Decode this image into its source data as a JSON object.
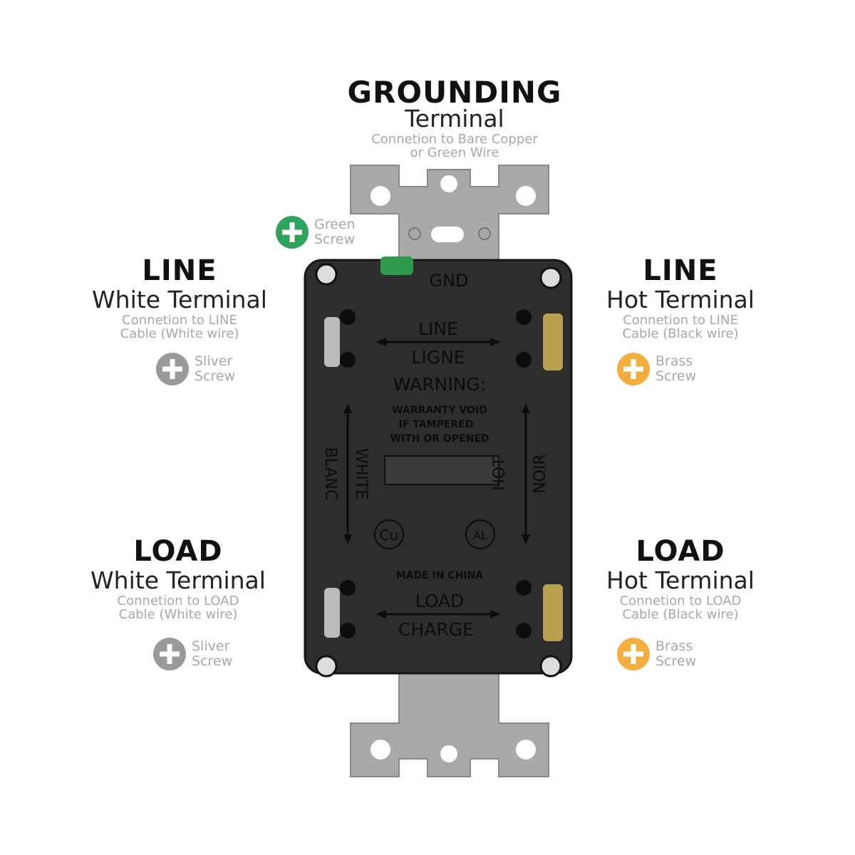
{
  "grounding": {
    "title": "GROUNDING",
    "subtitle": "Terminal",
    "desc1": "Connetion to Bare Copper",
    "desc2": "or Green Wire"
  },
  "green_screw": {
    "line1": "Green",
    "line2": "Screw",
    "color": "#2ea35c"
  },
  "line_white": {
    "title": "LINE",
    "subtitle": "White Terminal",
    "desc1": "Connetion to LINE",
    "desc2": "Cable (White wire)",
    "screw1": "Sliver",
    "screw2": "Screw",
    "color": "#9a9a9a"
  },
  "line_hot": {
    "title": "LINE",
    "subtitle": "Hot Terminal",
    "desc1": "Connetion to LINE",
    "desc2": "Cable (Black wire)",
    "screw1": "Brass",
    "screw2": "Screw",
    "color": "#f2ae3e"
  },
  "load_white": {
    "title": "LOAD",
    "subtitle": "White Terminal",
    "desc1": "Connetion to LOAD",
    "desc2": "Cable (White wire)",
    "screw1": "Sliver",
    "screw2": "Screw",
    "color": "#9a9a9a"
  },
  "load_hot": {
    "title": "LOAD",
    "subtitle": "Hot Terminal",
    "desc1": "Connetion to LOAD",
    "desc2": "Cable (Black wire)",
    "screw1": "Brass",
    "screw2": "Screw",
    "color": "#f2ae3e"
  },
  "device": {
    "gnd": "GND",
    "line": "LINE",
    "ligne": "LIGNE",
    "warning": "WARNING:",
    "w1": "WARRANTY VOID",
    "w2": "IF TAMPERED",
    "w3": "WITH OR OPENED",
    "white": "WHITE",
    "blanc": "BLANC",
    "hot": "HOT",
    "noir": "NOIR",
    "cu": "Cu",
    "al": "AL",
    "made": "MADE IN CHINA",
    "load": "LOAD",
    "charge": "CHARGE"
  }
}
